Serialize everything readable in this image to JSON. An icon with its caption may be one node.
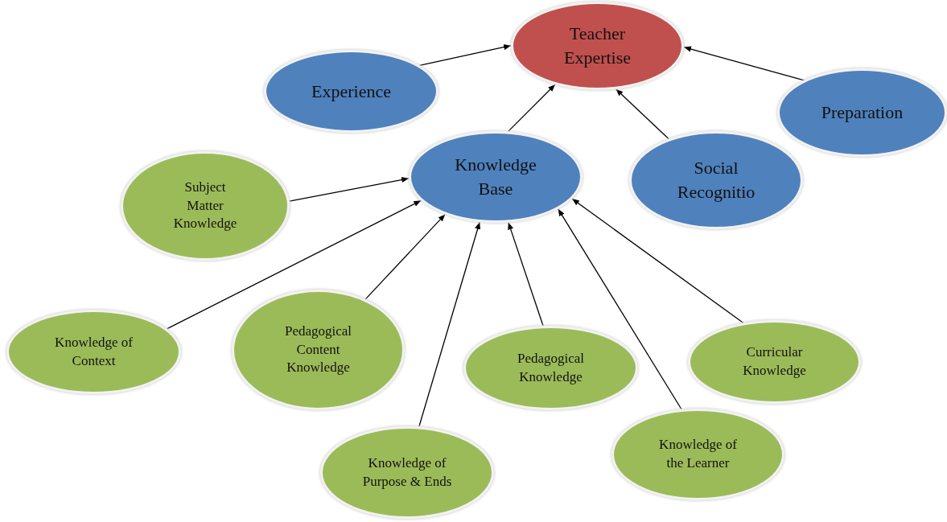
{
  "diagram": {
    "nodes": [
      {
        "text": [
          "Teacher Expertise"
        ]
      },
      {
        "text": [
          "Experience"
        ]
      },
      {
        "text": [
          "Preparation"
        ]
      },
      {
        "text": [
          "Knowledge Base"
        ]
      },
      {
        "text": [
          "Social Recognitio"
        ]
      },
      {
        "text": [
          "Subject Matter Knowledge"
        ]
      },
      {
        "text": [
          "Knowledge of Context"
        ]
      },
      {
        "text": [
          "Pedagogical Content Knowledge"
        ]
      },
      {
        "text": [
          "Pedagogical Knowledge"
        ]
      },
      {
        "text": [
          "Curricular Knowledge"
        ]
      },
      {
        "text": [
          "Knowledge of Purpose & Ends"
        ]
      },
      {
        "text": [
          "Knowledge of the Learner"
        ]
      }
    ],
    "edges": [
      {
        "from": 1,
        "to": 0,
        "arrow": "to"
      },
      {
        "from": 2,
        "to": 0,
        "arrow": "to"
      },
      {
        "from": 3,
        "to": 0,
        "arrow": "to"
      },
      {
        "from": 4,
        "to": 0,
        "arrow": "to"
      },
      {
        "from": 5,
        "to": 3,
        "arrow": "to"
      },
      {
        "from": 6,
        "to": 3,
        "arrow": "to"
      },
      {
        "from": 7,
        "to": 3,
        "arrow": "to"
      },
      {
        "from": 10,
        "to": 3,
        "arrow": "to"
      },
      {
        "from": 8,
        "to": 3,
        "arrow": "to"
      },
      {
        "from": 11,
        "to": 3,
        "arrow": "to"
      },
      {
        "from": 9,
        "to": 3,
        "arrow": "to"
      }
    ]
  }
}
